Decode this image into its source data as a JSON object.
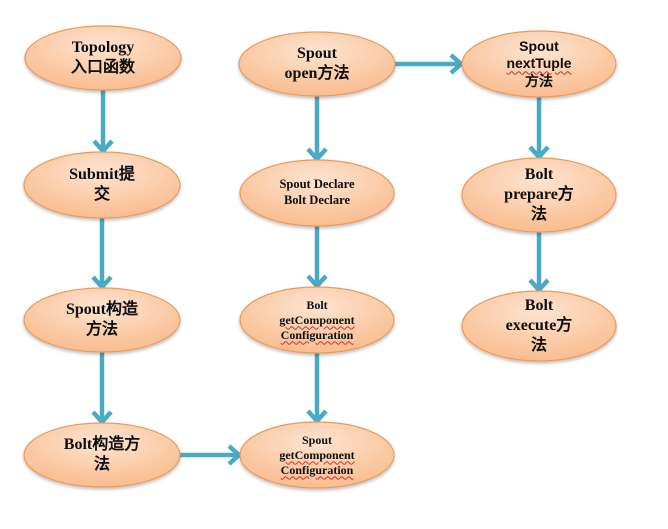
{
  "diagram": {
    "title": "",
    "colors": {
      "node_fill_light": "#fde4d0",
      "node_fill_dark": "#f9b98a",
      "node_stroke": "#e99a5c",
      "arrow": "#4aaac6",
      "text": "#0d0d0d"
    },
    "nodes": [
      {
        "id": "topology-entry",
        "lines": [
          "Topology",
          "入口函数"
        ],
        "squiggle": []
      },
      {
        "id": "submit",
        "lines": [
          "Submit提",
          "交"
        ],
        "squiggle": []
      },
      {
        "id": "spout-constructor",
        "lines": [
          "Spout构造",
          "方法"
        ],
        "squiggle": []
      },
      {
        "id": "bolt-constructor",
        "lines": [
          "Bolt构造方",
          "法"
        ],
        "squiggle": []
      },
      {
        "id": "spout-open",
        "lines": [
          "Spout",
          "open方法"
        ],
        "squiggle": []
      },
      {
        "id": "declare",
        "lines": [
          "Spout Declare",
          "Bolt Declare"
        ],
        "squiggle": []
      },
      {
        "id": "bolt-get-component-config",
        "lines": [
          "Bolt",
          "getComponent",
          "Configuration"
        ],
        "squiggle": [
          1,
          2
        ]
      },
      {
        "id": "spout-get-component-config",
        "lines": [
          "Spout",
          "getComponent",
          "Configuration"
        ],
        "squiggle": [
          1,
          2
        ]
      },
      {
        "id": "spout-next-tuple",
        "lines": [
          "Spout",
          "nextTuple",
          "方法"
        ],
        "squiggle": [
          1
        ]
      },
      {
        "id": "bolt-prepare",
        "lines": [
          "Bolt",
          "prepare方",
          "法"
        ],
        "squiggle": []
      },
      {
        "id": "bolt-execute",
        "lines": [
          "Bolt",
          "execute方",
          "法"
        ],
        "squiggle": []
      }
    ],
    "edges": [
      {
        "from": "topology-entry",
        "to": "submit"
      },
      {
        "from": "submit",
        "to": "spout-constructor"
      },
      {
        "from": "spout-constructor",
        "to": "bolt-constructor"
      },
      {
        "from": "bolt-constructor",
        "to": "spout-get-component-config"
      },
      {
        "from": "spout-open",
        "to": "declare"
      },
      {
        "from": "declare",
        "to": "bolt-get-component-config"
      },
      {
        "from": "bolt-get-component-config",
        "to": "spout-get-component-config"
      },
      {
        "from": "spout-open",
        "to": "spout-next-tuple"
      },
      {
        "from": "spout-next-tuple",
        "to": "bolt-prepare"
      },
      {
        "from": "bolt-prepare",
        "to": "bolt-execute"
      }
    ]
  }
}
